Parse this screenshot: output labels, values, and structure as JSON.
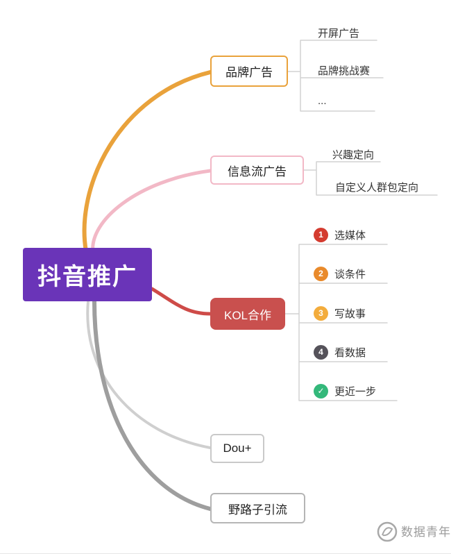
{
  "root": {
    "label": "抖音推广",
    "color": "#6A34B8",
    "text_color": "#ffffff"
  },
  "branches": [
    {
      "label": "品牌广告",
      "color": "#E9A23B",
      "curve_color": "#E9A23B",
      "box_style": "outline",
      "children": [
        {
          "label": "开屏广告"
        },
        {
          "label": "品牌挑战赛"
        },
        {
          "label": "..."
        }
      ]
    },
    {
      "label": "信息流广告",
      "color": "#F2B8C6",
      "curve_color": "#F2B8C6",
      "box_style": "outline",
      "children": [
        {
          "label": "兴趣定向"
        },
        {
          "label": "自定义人群包定向"
        }
      ]
    },
    {
      "label": "KOL合作",
      "color": "#C9504E",
      "curve_color": "#CE4B48",
      "box_style": "filled",
      "children": [
        {
          "label": "选媒体",
          "badge": "1",
          "badge_color": "#D43B2F"
        },
        {
          "label": "谈条件",
          "badge": "2",
          "badge_color": "#E98A2B"
        },
        {
          "label": "写故事",
          "badge": "3",
          "badge_color": "#F3AC3C"
        },
        {
          "label": "看数据",
          "badge": "4",
          "badge_color": "#55525A"
        },
        {
          "label": "更近一步",
          "badge": "✓",
          "badge_color": "#33B87A"
        }
      ]
    },
    {
      "label": "Dou+",
      "color": "#C9C9C9",
      "curve_color": "#CFCFCF",
      "box_style": "outline",
      "children": []
    },
    {
      "label": "野路子引流",
      "color": "#B5B5B5",
      "curve_color": "#9E9E9E",
      "box_style": "outline",
      "children": []
    }
  ],
  "connector_color": "#D2D2D2",
  "watermark": {
    "text": "数据青年",
    "color": "#9C9C9C"
  }
}
